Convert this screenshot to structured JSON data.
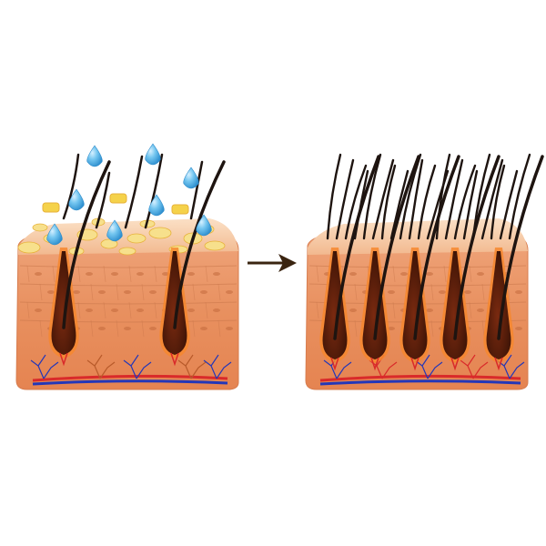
{
  "diagram": {
    "panels": [
      {
        "id": "before",
        "state": "sparse hair with scalp buildup",
        "follicle_count": 2,
        "visible_hair_count": 7,
        "droplet_count": 8,
        "buildup": true
      },
      {
        "id": "after",
        "state": "dense healthy hair",
        "follicle_count": 5,
        "visible_hair_count": 26,
        "droplet_count": 0,
        "buildup": false
      }
    ],
    "arrow": {
      "direction": "right",
      "icon": "arrow-right-icon"
    },
    "colors": {
      "skin_outer": "#E9936A",
      "skin_mid": "#E58A5C",
      "skin_top": "#F6C9A6",
      "cell_line": "#C9764A",
      "follicle": "#5A1F0B",
      "follicle_glow": "#F6872E",
      "hair": "#1E1410",
      "droplet": "#58B6E8",
      "buildup": "#F7E08C",
      "buildup_dark": "#E7B23A",
      "vein_blue": "#2437B8",
      "vein_red": "#D92A2A",
      "arrow": "#3A2410"
    }
  }
}
